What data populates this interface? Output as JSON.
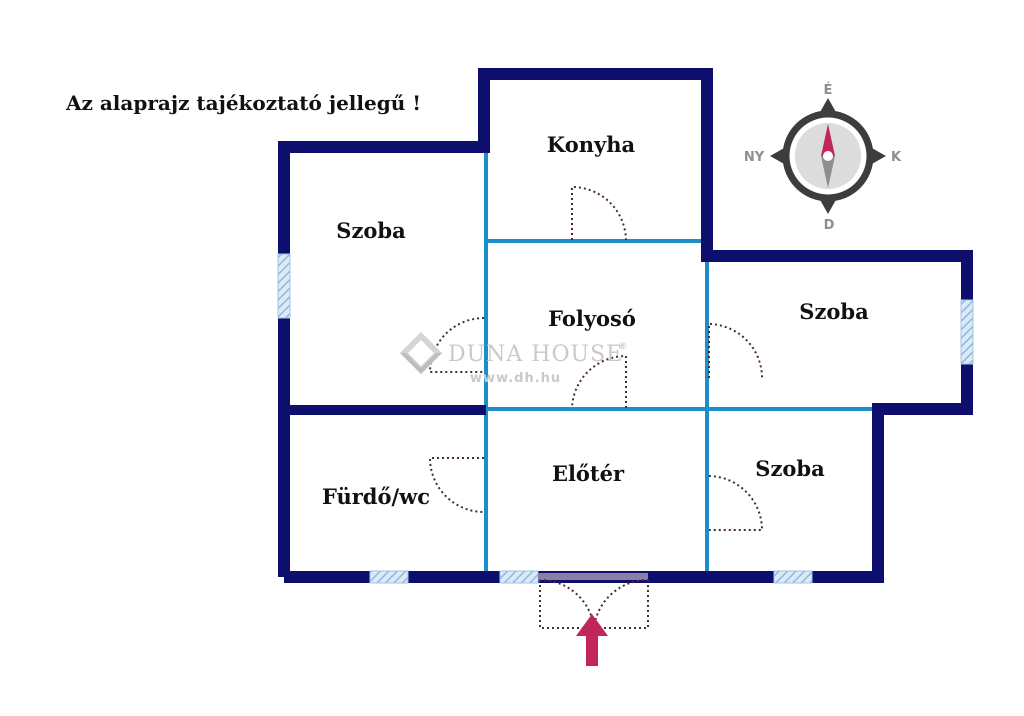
{
  "notice": "Az alaprajz tajékoztató jellegű !",
  "rooms": {
    "kitchen": "Konyha",
    "room_left": "Szoba",
    "hallway": "Folyosó",
    "room_right_upper": "Szoba",
    "bathroom": "Fürdő/wc",
    "entrance_hall": "Előtér",
    "room_right_lower": "Szoba"
  },
  "compass": {
    "north": "É",
    "south": "D",
    "east": "K",
    "west": "NY"
  },
  "watermark": {
    "brand": "DUNA HOUSE",
    "registered": "®",
    "url": "www.dh.hu"
  },
  "colors": {
    "outer_wall": "#0d0e6e",
    "inner_wall": "#1c8fc9",
    "window": "#9ec6e6",
    "door_swing": "#4a2c25",
    "entry_arrow": "#c2255c",
    "compass_ring": "#3d3d3d"
  },
  "icons": [
    "compass-icon",
    "entrance-arrow-icon",
    "duna-house-logo-icon",
    "window-icon",
    "door-swing-icon"
  ]
}
